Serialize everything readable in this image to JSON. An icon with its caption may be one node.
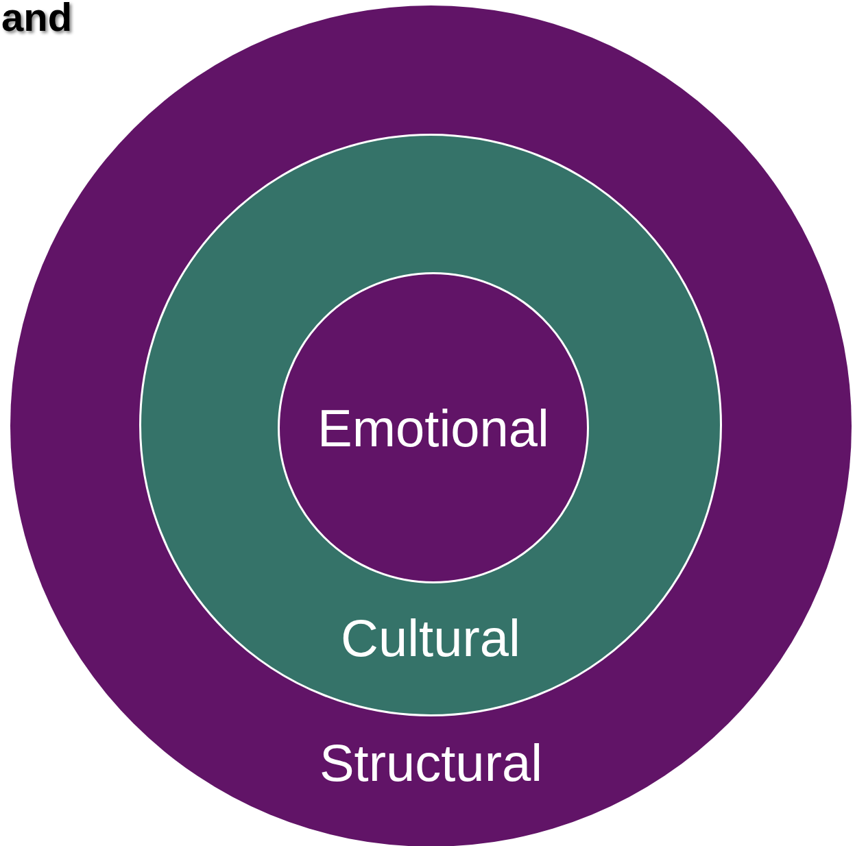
{
  "diagram": {
    "nodes": [
      {
        "text": [
          "Structural"
        ]
      },
      {
        "text": [
          "Cultural"
        ],
        "in": 0
      },
      {
        "text": [
          "Emotional"
        ],
        "in": 1
      }
    ],
    "labels": [
      "and"
    ]
  }
}
